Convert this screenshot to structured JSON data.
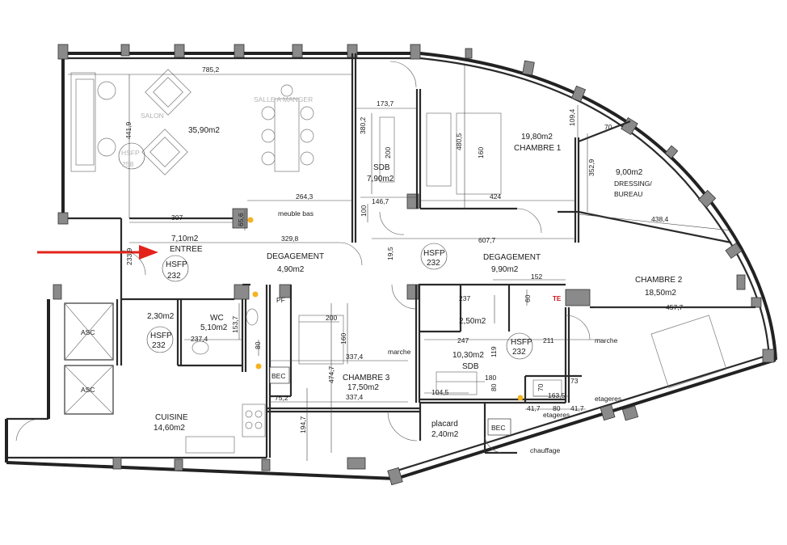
{
  "rooms": {
    "salon": {
      "name": "SALON",
      "area": "35,90m2",
      "hsfp": "HSFP",
      "hsfp_val": "258",
      "salle": "SALLE A MANGER"
    },
    "entree": {
      "area": "7,10m2",
      "name": "ENTREE",
      "hsfp": "HSFP",
      "hsfp_val": "232"
    },
    "degagement_left": {
      "name": "DEGAGEMENT",
      "area": "4,90m2"
    },
    "sdb_top": {
      "name": "SDB",
      "area": "7,90m2"
    },
    "chambre1": {
      "area": "19,80m2",
      "name": "CHAMBRE 1"
    },
    "dressing": {
      "area": "9,00m2",
      "name": "DRESSING/",
      "name2": "BUREAU"
    },
    "degagement_right": {
      "name": "DEGAGEMENT",
      "area": "9,90m2",
      "hsfp": "HSFP",
      "hsfp_val": "232"
    },
    "chambre2": {
      "name": "CHAMBRE 2",
      "area": "18,50m2"
    },
    "placard_left": {
      "area": "2,30m2",
      "hsfp": "HSFP",
      "hsfp_val": "232"
    },
    "wc": {
      "name": "WC",
      "area": "5,10m2"
    },
    "cuisine": {
      "name": "CUISINE",
      "area": "14,60m2"
    },
    "chambre3": {
      "name": "CHAMBRE 3",
      "area": "17,50m2"
    },
    "small_room": {
      "area": "2,50m2"
    },
    "sdb_bottom": {
      "area": "10,30m2",
      "name": "SDB",
      "hsfp": "HSFP",
      "hsfp_val": "232"
    },
    "placard_bottom": {
      "name": "placard",
      "area": "2,40m2"
    }
  },
  "labels": {
    "asc1": "ASC",
    "asc2": "ASC",
    "bec1": "BEC",
    "bec2": "BEC",
    "pf": "PF",
    "meuble_bas": "meuble bas",
    "marche1": "marche",
    "marche2": "marche",
    "etageres1": "etageres",
    "etageres2": "etageres",
    "chauffage": "chauffage",
    "te": "TE"
  },
  "dimensions": {
    "d785": "785,2",
    "d441": "441,9",
    "d307": "307",
    "d264": "264,3",
    "d65": "65,6",
    "d100": "100",
    "d329": "329,8",
    "d233": "233,9",
    "d173": "173,7",
    "d380": "380,2",
    "d200a": "200",
    "d146": "146,7",
    "d480": "480,5",
    "d160a": "160",
    "d424": "424",
    "d109": "109,4",
    "d70a": "70",
    "d352": "352,9",
    "d438": "438,4",
    "d607": "607,7",
    "d195": "19,5",
    "d152": "152",
    "d60": "60",
    "d457": "457,7",
    "d237a": "237",
    "d247": "247",
    "d211": "211",
    "d119": "119",
    "d80a": "80",
    "d180": "180",
    "d73": "73",
    "d104": "104,5",
    "d163": "163,5",
    "d70b": "70",
    "d41a": "41,7",
    "d80b": "80",
    "d41b": "41,7",
    "d200b": "200",
    "d160b": "160",
    "d337a": "337,4",
    "d474": "474,7",
    "d337b": "337,4",
    "d75": "75,2",
    "d194": "194,7",
    "d237b": "237,4",
    "d153": "153,7",
    "d80c": "80"
  },
  "colors": {
    "arrow": "#e3231a",
    "fixture_dot": "#f5b321",
    "wall": "#2a2a2a",
    "pillar": "#8a8a8a"
  }
}
